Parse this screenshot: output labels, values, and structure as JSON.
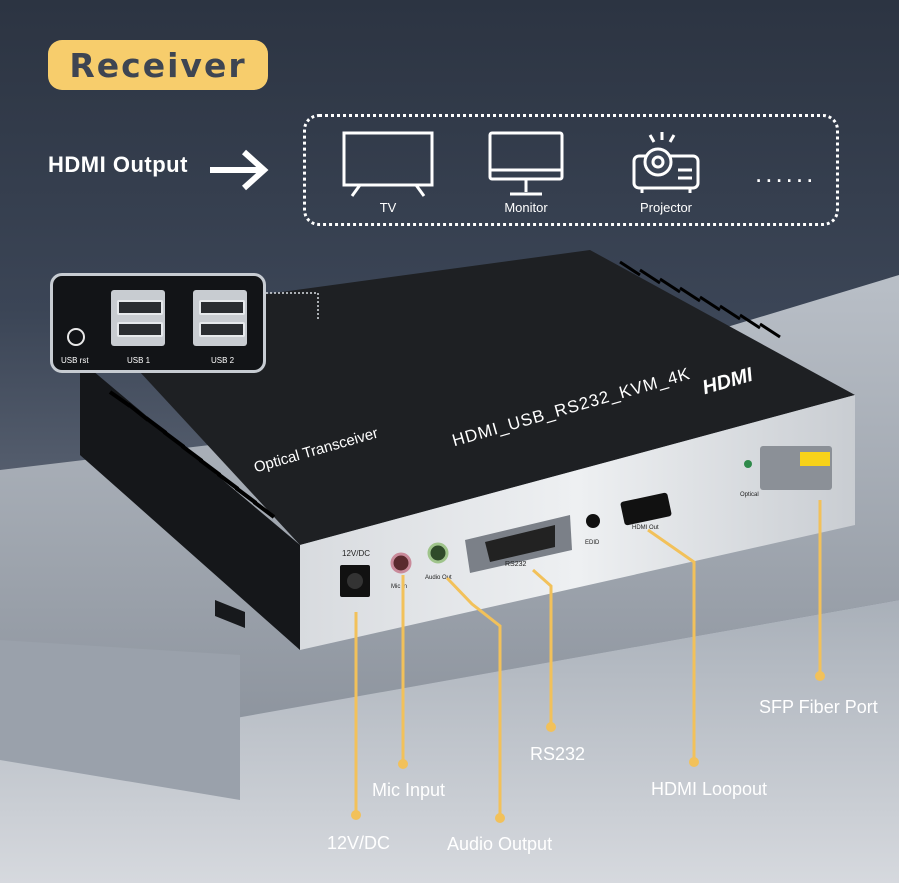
{
  "badge": "Receiver",
  "hdmi_output_label": "HDMI Output",
  "devices": [
    {
      "icon": "tv-icon",
      "label": "TV"
    },
    {
      "icon": "monitor-icon",
      "label": "Monitor"
    },
    {
      "icon": "projector-icon",
      "label": "Projector"
    }
  ],
  "devices_more": "......",
  "usb_panel": {
    "reset": "USB rst",
    "usb1": "USB 1",
    "usb2": "USB 2"
  },
  "device_printing": {
    "brand": "Optical Transceiver",
    "model": "HDMI_USB_RS232_KVM_4K",
    "logo": "HDMI",
    "port_12v": "12V/DC",
    "port_mic": "Mic In",
    "port_audio": "Audio Out",
    "port_rs232": "RS232",
    "port_edid": "EDID",
    "port_hdmi": "HDMI Out",
    "port_optical": "Optical"
  },
  "callouts": {
    "sfp": "SFP Fiber Port",
    "rs232": "RS232",
    "mic": "Mic Input",
    "hdmi_loop": "HDMI Loopout",
    "dc": "12V/DC",
    "audio": "Audio Output"
  },
  "colors": {
    "accent": "#f7cd6c",
    "callout_line": "#f2c15a"
  }
}
